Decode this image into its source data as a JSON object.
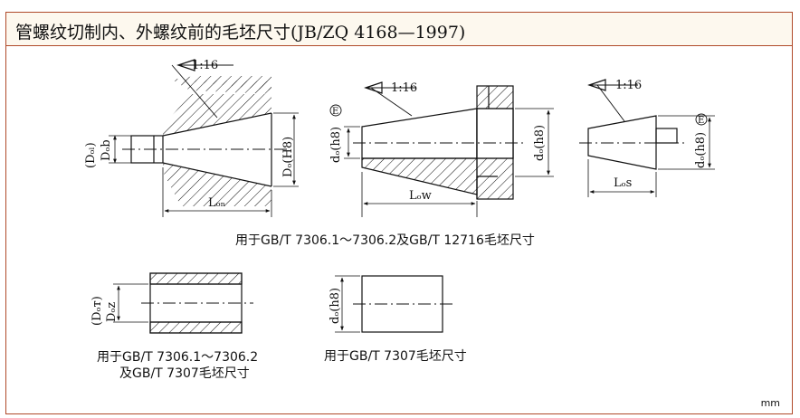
{
  "title": {
    "main": "管螺纹切制内、外螺纹前的毛坯尺寸",
    "code": "(JB/ZQ 4168—1997)"
  },
  "captions": {
    "fig1": "用于GB/T 7306.1～7306.2及GB/T 12716毛坯尺寸",
    "fig2_line1": "用于GB/T 7306.1～7306.2",
    "fig2_line2": "及GB/T 7307毛坯尺寸",
    "fig3": "用于GB/T 7307毛坯尺寸"
  },
  "labels": {
    "taper": "1:16",
    "d_ol": "(Dₒₗ)",
    "d_ob": "Dₒb",
    "d_oh8_cap": "Dₒ(H8)",
    "l_on": "Lₒₙ",
    "d_oh8_a": "dₒ(h8)",
    "d_o_h8_b": "dₒ(h8)",
    "l_ow": "Lₒw",
    "d_oh8_c": "dₒ(h8)",
    "l_os": "Lₒs",
    "d_ot": "(Dₒᴛ)",
    "d_oz": "Dₒz",
    "d_oh8_d": "dₒ(h8)",
    "e_mark": "E"
  },
  "unit": "mm",
  "colors": {
    "border": "#b04a2a",
    "title_bg": "#fdf8ee",
    "ink": "#111111"
  }
}
